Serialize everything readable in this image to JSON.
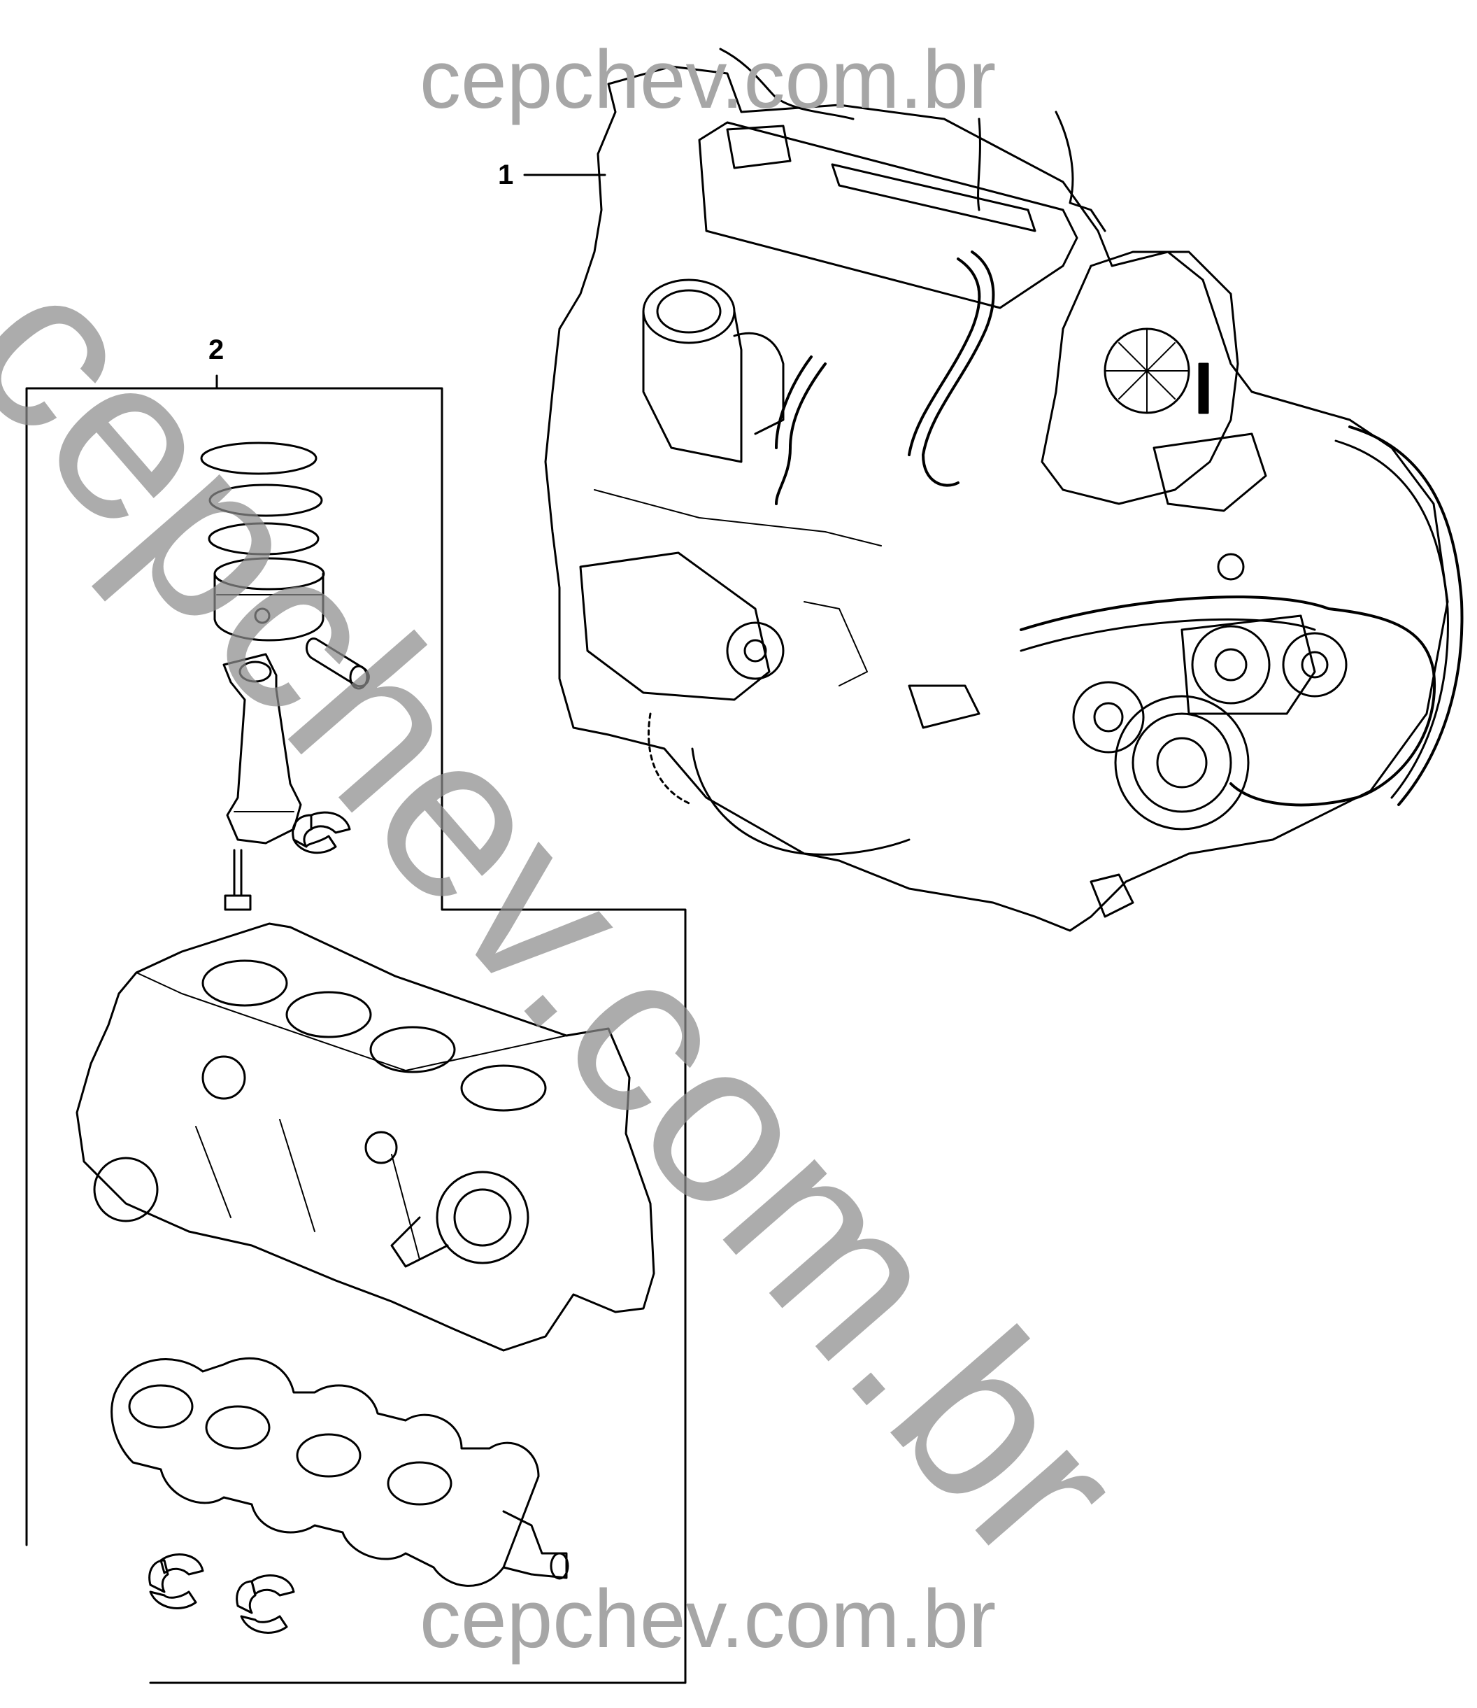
{
  "callouts": {
    "item1": "1",
    "item2": "2"
  },
  "watermarks": {
    "top": "cepchev.com.br",
    "diagonal": "cepchev.com.br",
    "bottom": "cepchev.com.br"
  },
  "colors": {
    "line": "#000000",
    "watermark": "#a6a6a6",
    "background": "#ffffff"
  }
}
